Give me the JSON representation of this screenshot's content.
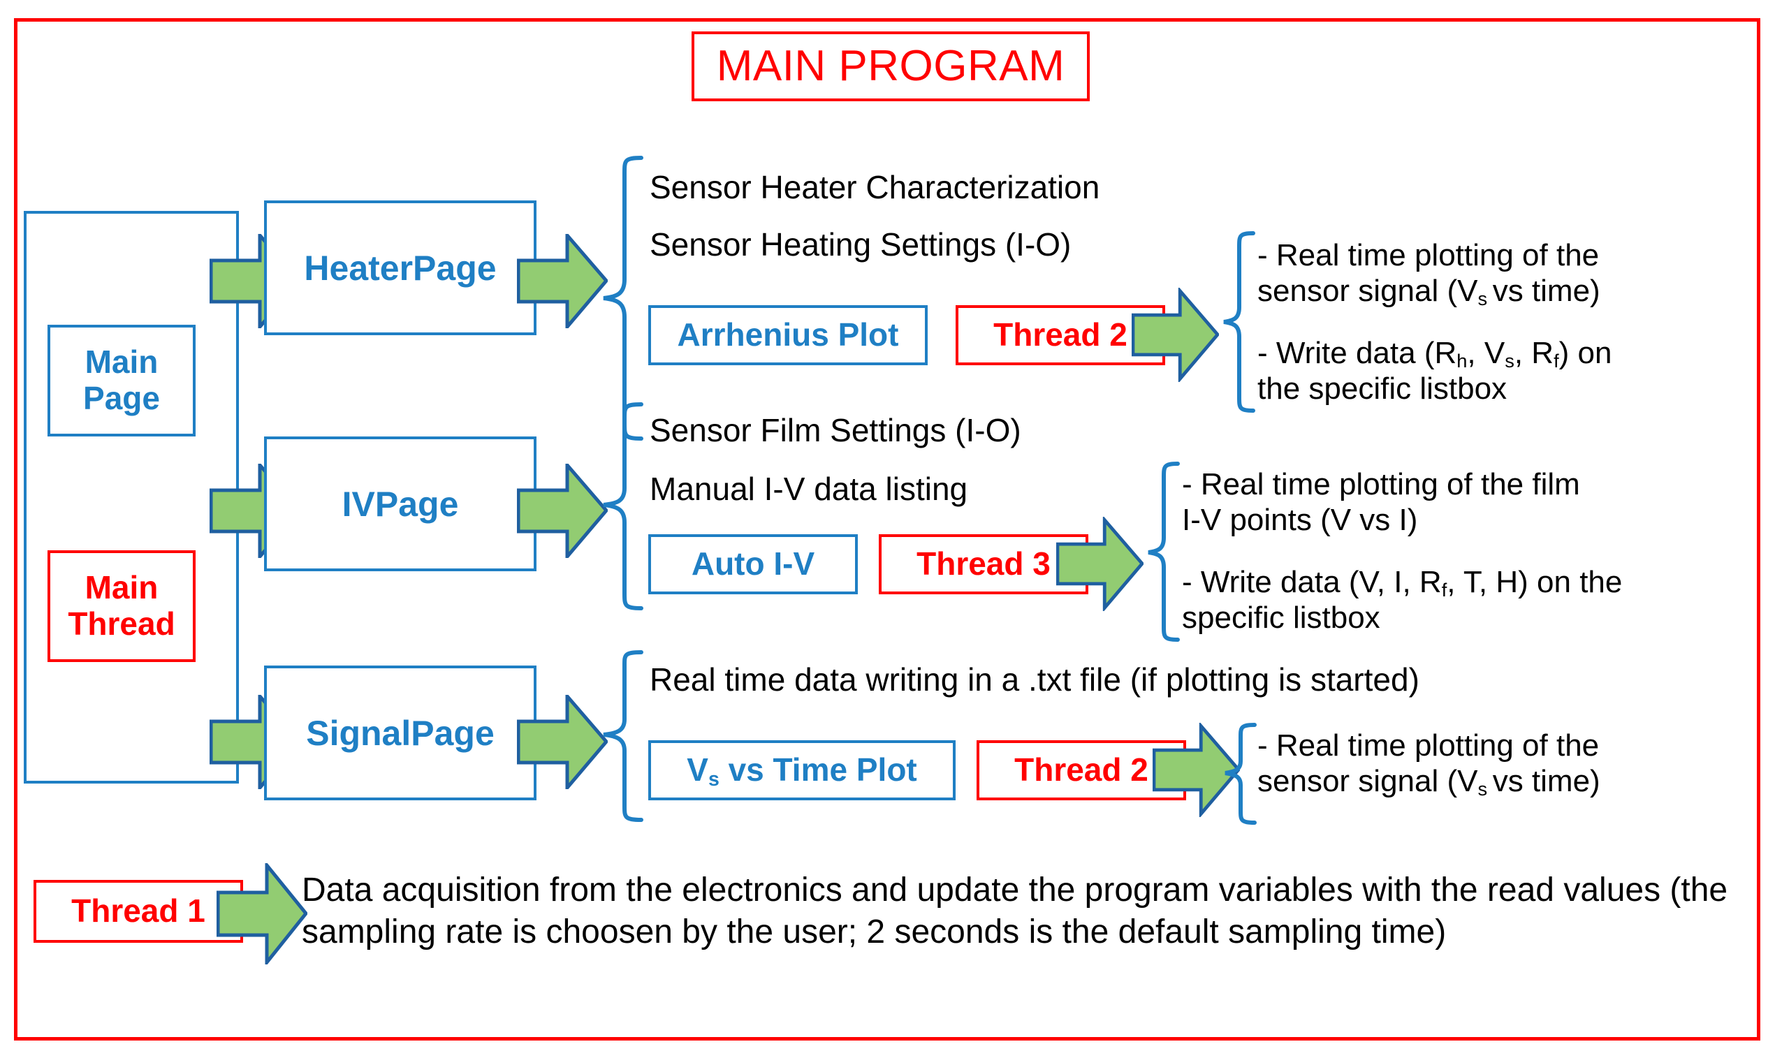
{
  "title": "MAIN PROGRAM",
  "colors": {
    "red": "#FF0000",
    "blue": "#1F7FC4",
    "green_fill": "#92CC72",
    "green_stroke": "#1F5FA0",
    "text": "#000000"
  },
  "left_column": {
    "main_page": "Main\nPage",
    "main_thread": "Main\nThread"
  },
  "pages": [
    {
      "name": "HeaterPage",
      "features": [
        "Sensor Heater Characterization",
        "Sensor Heating Settings (I-O)"
      ],
      "action_box": "Arrhenius Plot",
      "thread_box": "Thread 2",
      "outputs": [
        "- Real time plotting of the sensor signal (Vs vs time)",
        "- Write data (Rh, Vs, Rf) on the specific listbox"
      ]
    },
    {
      "name": "IVPage",
      "features": [
        "Sensor Film Settings (I-O)",
        "Manual I-V data listing"
      ],
      "action_box": "Auto I-V",
      "thread_box": "Thread 3",
      "outputs": [
        "- Real time plotting of the film I-V points (V vs I)",
        "- Write data (V, I, Rf, T, H) on the specific listbox"
      ]
    },
    {
      "name": "SignalPage",
      "features": [
        "Real time data writing in a .txt file (if plotting is started)"
      ],
      "action_box": "Vs vs Time Plot",
      "thread_box": "Thread 2",
      "outputs": [
        "- Real time plotting of the sensor signal (Vs vs time)"
      ]
    }
  ],
  "bottom": {
    "thread_label": "Thread 1",
    "description": "Data acquisition from the electronics and update the program variables with the read values (the sampling rate is choosen by the user; 2 seconds is the default sampling time)"
  }
}
